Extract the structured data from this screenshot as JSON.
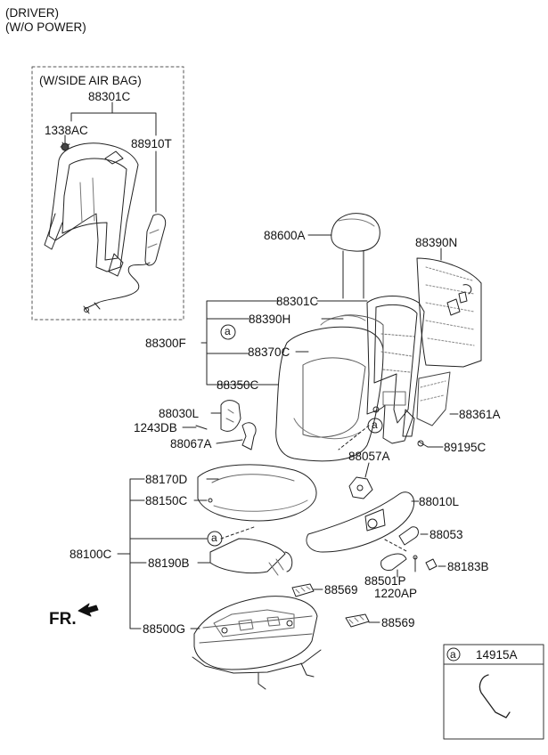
{
  "header": {
    "line1": "(DRIVER)",
    "line2": "(W/O POWER)"
  },
  "inset": {
    "title": "(W/SIDE AIR BAG)",
    "frame": "88301C",
    "bolt": "1338AC",
    "airbag": "88910T"
  },
  "parts": {
    "headrest": "88600A",
    "back_cover": "88390N",
    "back_frame": "88301C",
    "back_pad_cover": "88390H",
    "back_assy": "88300F",
    "back_cover_trim": "88370C",
    "back_pad": "88350C",
    "lumbar": "88030L",
    "screw1": "1243DB",
    "knob": "88067A",
    "board": "88361A",
    "screw2": "89195C",
    "bracket": "88057A",
    "cushion_cover": "88170D",
    "cushion_pad": "88150C",
    "cushion_assy": "88100C",
    "shield": "88010L",
    "lever": "88053",
    "cushion_board": "88190B",
    "handle": "88501P",
    "cap": "88183B",
    "screw3": "1220AP",
    "cover1": "88569",
    "track": "88500G",
    "cover2": "88569"
  },
  "marker": "a",
  "legend": {
    "marker": "a",
    "part": "14915A"
  },
  "front": "FR."
}
